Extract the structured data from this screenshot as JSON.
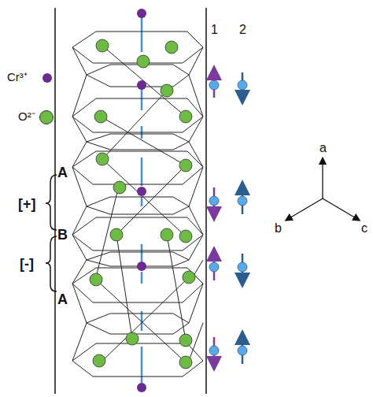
{
  "diagram": {
    "labels": [
      "1",
      "2",
      "A",
      "[+]",
      "B",
      "[-]",
      "A",
      "a",
      "b",
      "c"
    ],
    "legend": [
      {
        "text": "Cr³⁺",
        "color": "#6b2a90"
      },
      {
        "text": "O²⁻",
        "color": "#6dbb45"
      }
    ]
  }
}
